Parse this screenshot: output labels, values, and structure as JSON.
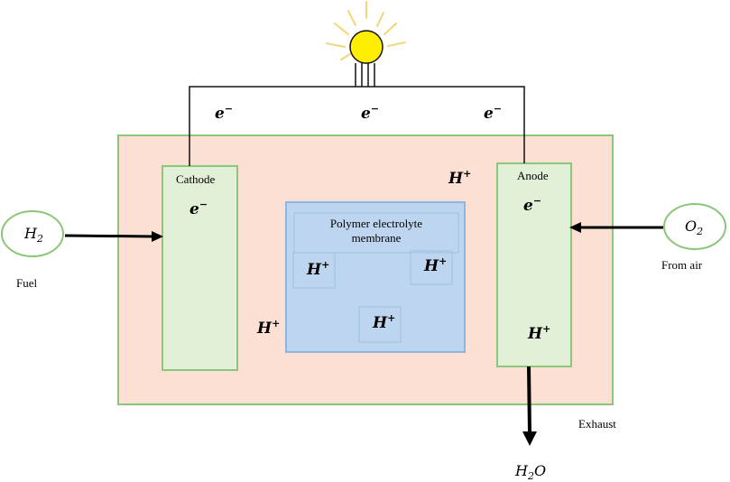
{
  "labels": {
    "e_left": "e",
    "e_mid": "e",
    "e_right": "e",
    "e_cathode": "e",
    "e_anode": "e",
    "minus": "−",
    "plus": "+",
    "cathode": "Cathode",
    "anode": "Anode",
    "membrane_line1": "Polymer electrolyte",
    "membrane_line2": "membrane",
    "h": "H",
    "h2_base": "H",
    "h2_sub": "2",
    "o2_base": "O",
    "o2_sub": "2",
    "fuel": "Fuel",
    "from_air": "From air",
    "exhaust": "Exhaust",
    "h2o_h": "H",
    "h2o_sub": "2",
    "h2o_o": "O"
  },
  "colors": {
    "cell_fill": "#fce0d4",
    "cell_stroke": "#8cc67a",
    "electrode_fill": "#e3f0d8",
    "electrode_stroke": "#8cc67a",
    "membrane_fill": "#bdd5ee",
    "membrane_stroke": "#8ab6df",
    "bulb_fill": "#ffee00",
    "ray_color": "#f1d67a",
    "circle_stroke": "#8cc67a"
  }
}
